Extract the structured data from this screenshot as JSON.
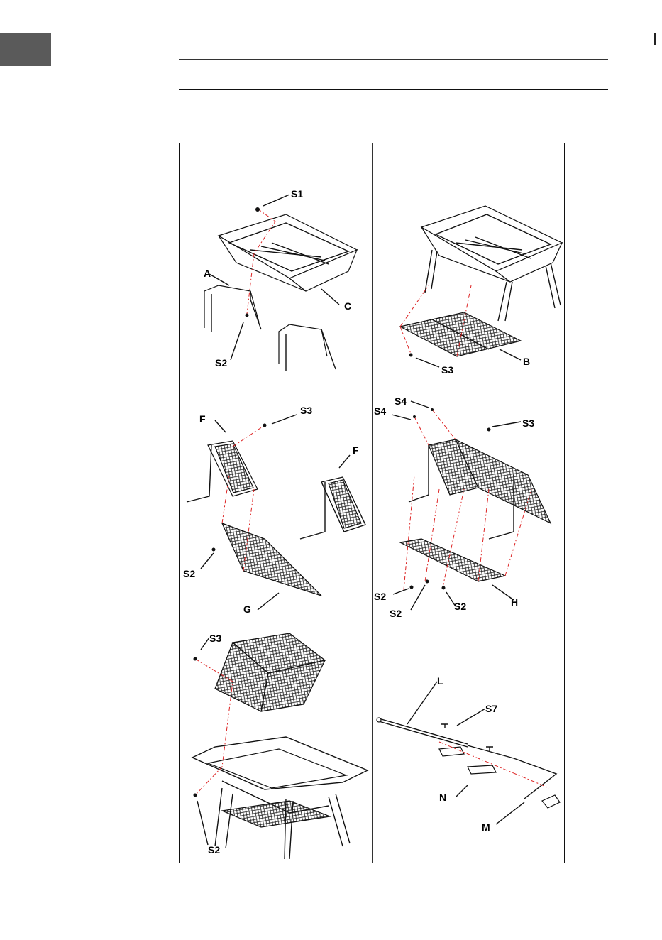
{
  "panels": [
    {
      "id": 1,
      "labels": [
        "S1",
        "A",
        "C",
        "S2"
      ]
    },
    {
      "id": 2,
      "labels": [
        "B",
        "S3"
      ]
    },
    {
      "id": 3,
      "labels": [
        "F",
        "S3",
        "F",
        "S2",
        "G"
      ]
    },
    {
      "id": 4,
      "labels": [
        "S4",
        "S4",
        "S3",
        "S2",
        "S2",
        "S2",
        "H"
      ]
    },
    {
      "id": 5,
      "labels": [
        "S3",
        "S2"
      ]
    },
    {
      "id": 6,
      "labels": [
        "L",
        "S7",
        "N",
        "M"
      ]
    }
  ],
  "colors": {
    "tab": "#5a5a5a",
    "dashed_line": "#d22222",
    "frame": "#111111"
  }
}
